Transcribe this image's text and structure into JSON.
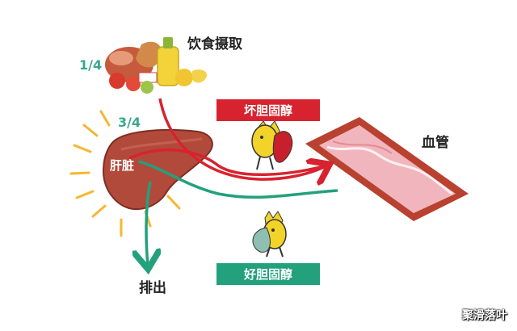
{
  "labels": {
    "diet_intake": "饮食摄取",
    "diet_fraction": "1/4",
    "liver_fraction": "3/4",
    "liver": "肝脏",
    "blood_vessel": "血管",
    "excretion": "排出",
    "bad_cholesterol": "坏胆固醇",
    "good_cholesterol": "好胆固醇"
  },
  "watermark": "聚滑落叶",
  "colors": {
    "bad_banner": "#d7232f",
    "good_banner": "#23a07c",
    "red_arrow": "#d7232f",
    "green_arrow": "#23a07c",
    "liver": "#b24a3c",
    "sun_rays": "#f5b731",
    "vessel_outer": "#b8412f",
    "vessel_inner": "#f1b6bd"
  },
  "icons": [
    "food-pile-icon",
    "liver-organ",
    "blood-vessel",
    "bad-cholesterol-character",
    "good-cholesterol-character"
  ]
}
